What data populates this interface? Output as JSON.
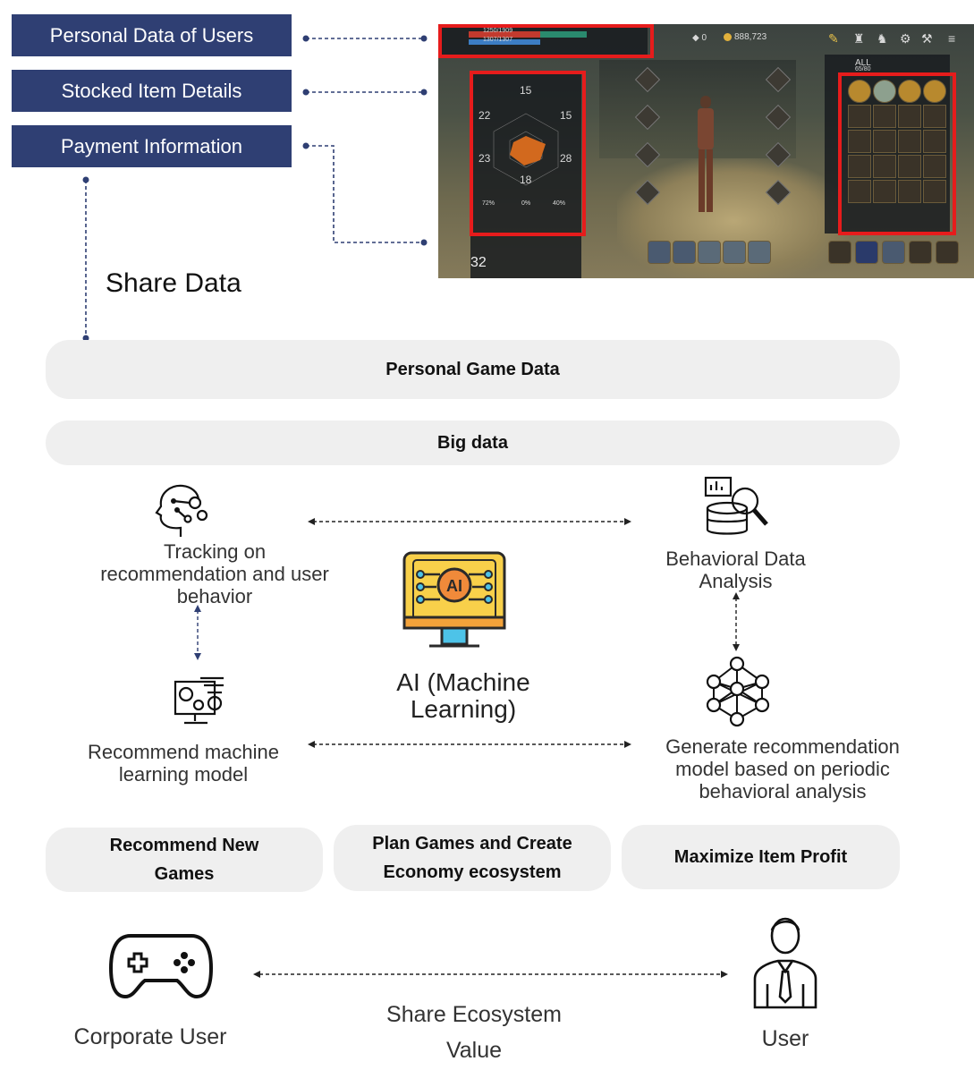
{
  "sources": {
    "personal_data": "Personal Data of Users",
    "stocked_items": "Stocked Item Details",
    "payment": "Payment Information"
  },
  "share_data_label": "Share Data",
  "layers": {
    "personal_game_data": "Personal Game Data",
    "big_data": "Big data"
  },
  "nodes": {
    "tracking": "Tracking on recommendation and user behavior",
    "behavioral_analysis": "Behavioral Data Analysis",
    "ai_title": "AI (Machine Learning)",
    "ai_badge": "AI",
    "recommend_model": "Recommend machine learning model",
    "generate_model": "Generate recommendation model based on periodic behavioral analysis"
  },
  "outcomes": {
    "recommend_games": "Recommend New Games",
    "plan_games": "Plan Games and Create Economy ecosystem",
    "maximize_profit": "Maximize Item Profit"
  },
  "bottom": {
    "corporate_user": "Corporate User",
    "user": "User",
    "share_ecosystem": "Share Ecosystem Value"
  },
  "game_screenshot": {
    "hp_text": "1250/1909",
    "mp_text": "1307/1307",
    "currency": "888,723",
    "gem_count": "0",
    "stats": {
      "str": "15",
      "win": "22",
      "stm": "15",
      "int": "23",
      "dex": "28",
      "agi": "18",
      "stat_pct1": "72%",
      "stat_pct2": "0%",
      "stat_pct3": "40%"
    },
    "level": "32",
    "inventory_tab": "ALL",
    "inventory_count": "65/80"
  },
  "colors": {
    "navy": "#2f3f73",
    "pill_bg": "#efefef",
    "highlight_red": "#e61c1c",
    "ai_yellow": "#f8d04a",
    "ai_orange": "#f08a3a",
    "ai_blue": "#4dc3e8"
  }
}
